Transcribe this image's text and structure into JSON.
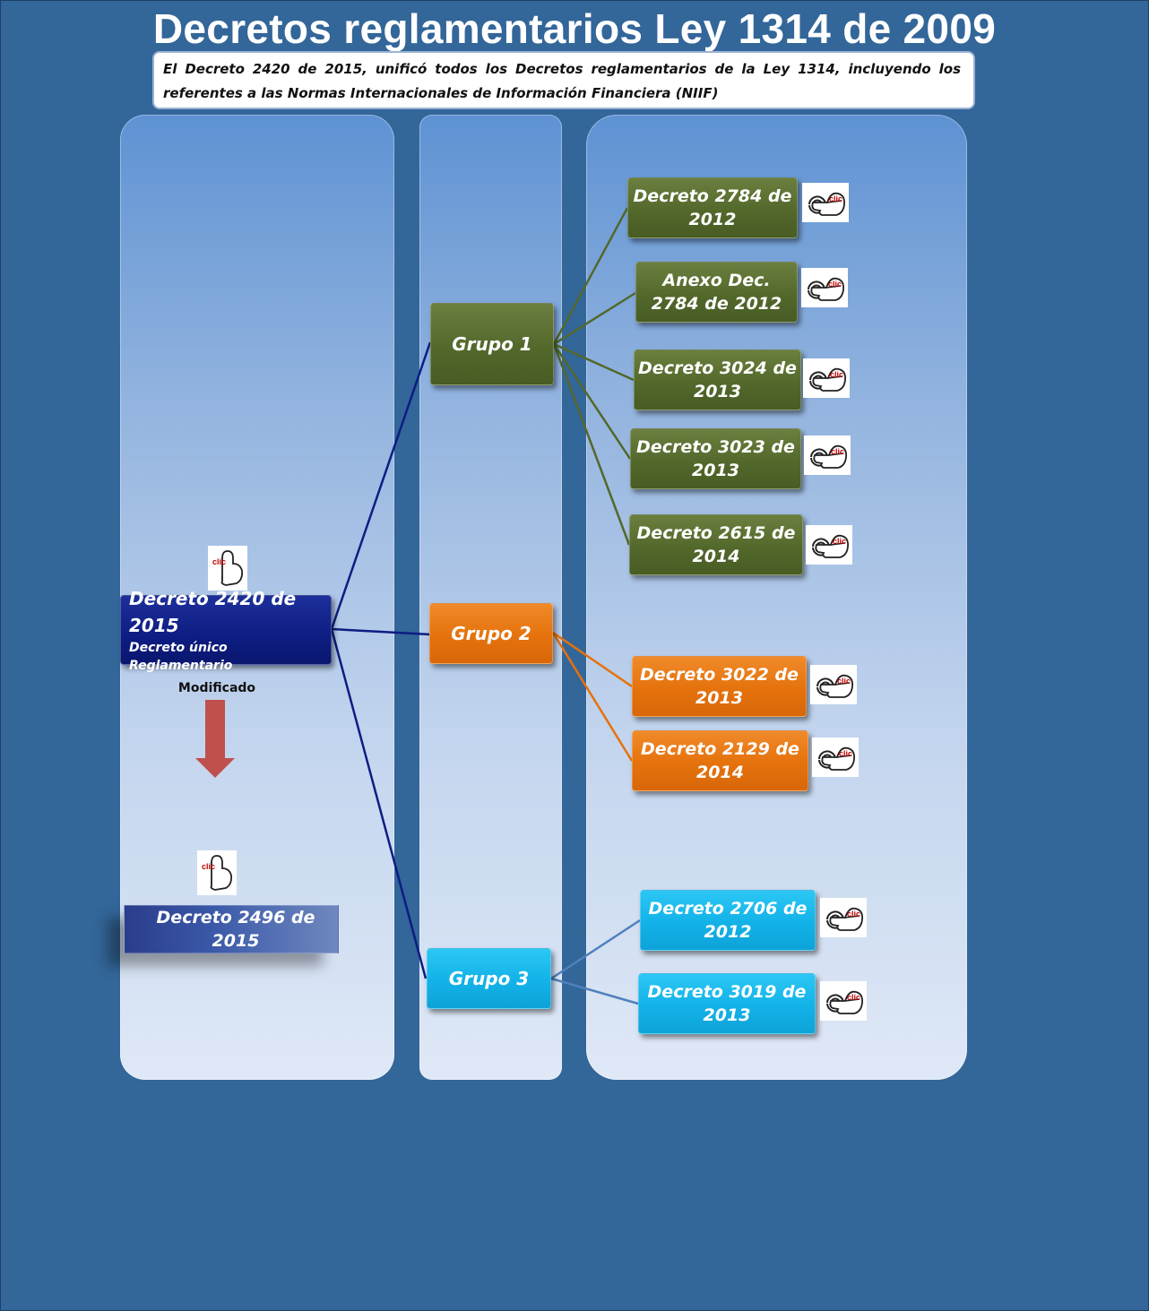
{
  "title": "Decretos reglamentarios Ley 1314 de 2009",
  "note": "El Decreto  2420 de 2015, unificó todos los  Decretos  reglamentarios  de la Ley 1314, incluyendo  los  referentes   a  las Normas Internacionales  de Información Financiera  (NIIF)",
  "main": {
    "label": "Decreto 2420 de 2015",
    "sublabel": "Decreto único Reglamentario"
  },
  "modified_label": "Modificado",
  "modifier": {
    "label": "Decreto 2496 de 2015"
  },
  "groups": [
    {
      "label": "Grupo 1"
    },
    {
      "label": "Grupo 2"
    },
    {
      "label": "Grupo 3"
    }
  ],
  "decrees": [
    {
      "label": "Decreto 2784 de 2012",
      "group": 1
    },
    {
      "label": "Anexo Dec. 2784 de 2012",
      "group": 1
    },
    {
      "label": "Decreto 3024 de 2013",
      "group": 1
    },
    {
      "label": "Decreto 3023 de 2013",
      "group": 1
    },
    {
      "label": "Decreto 2615 de 2014",
      "group": 1
    },
    {
      "label": "Decreto 3022 de 2013",
      "group": 2
    },
    {
      "label": "Decreto 2129 de 2014",
      "group": 2
    },
    {
      "label": "Decreto 2706 de 2012",
      "group": 3
    },
    {
      "label": "Decreto 3019 de 2013",
      "group": 3
    }
  ],
  "icon_text": "clic",
  "colors": {
    "background": "#336699",
    "group1": "#53682b",
    "group2": "#e5720c",
    "group3": "#12b2e8",
    "main": "#0d1d82",
    "arrow": "#c0504d"
  }
}
